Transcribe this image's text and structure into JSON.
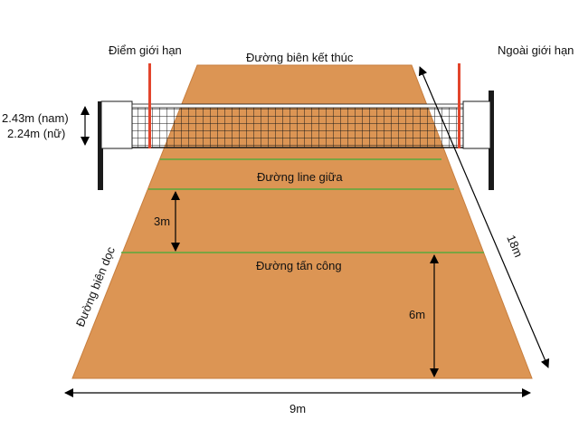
{
  "labels": {
    "limit_point": "Điểm giới hạn",
    "end_line": "Đường biên kết thúc",
    "out_of_bounds": "Ngoài giới hạn",
    "net_height_men": "2.43m (nam)",
    "net_height_women": "2.24m (nữ)",
    "center_line": "Đường line giữa",
    "attack_line": "Đường tấn công",
    "side_line": "Đường biên dọc",
    "dim_3m": "3m",
    "dim_6m": "6m",
    "dim_9m": "9m",
    "dim_18m": "18m"
  },
  "colors": {
    "court": "#DC9554",
    "court_edge": "#C77E3E",
    "court_lines": "#5AAA3C",
    "net_mesh": "#1A1A1A",
    "posts": "#1A1A1A",
    "antenna": "#E2452C",
    "arrows": "#000000"
  }
}
